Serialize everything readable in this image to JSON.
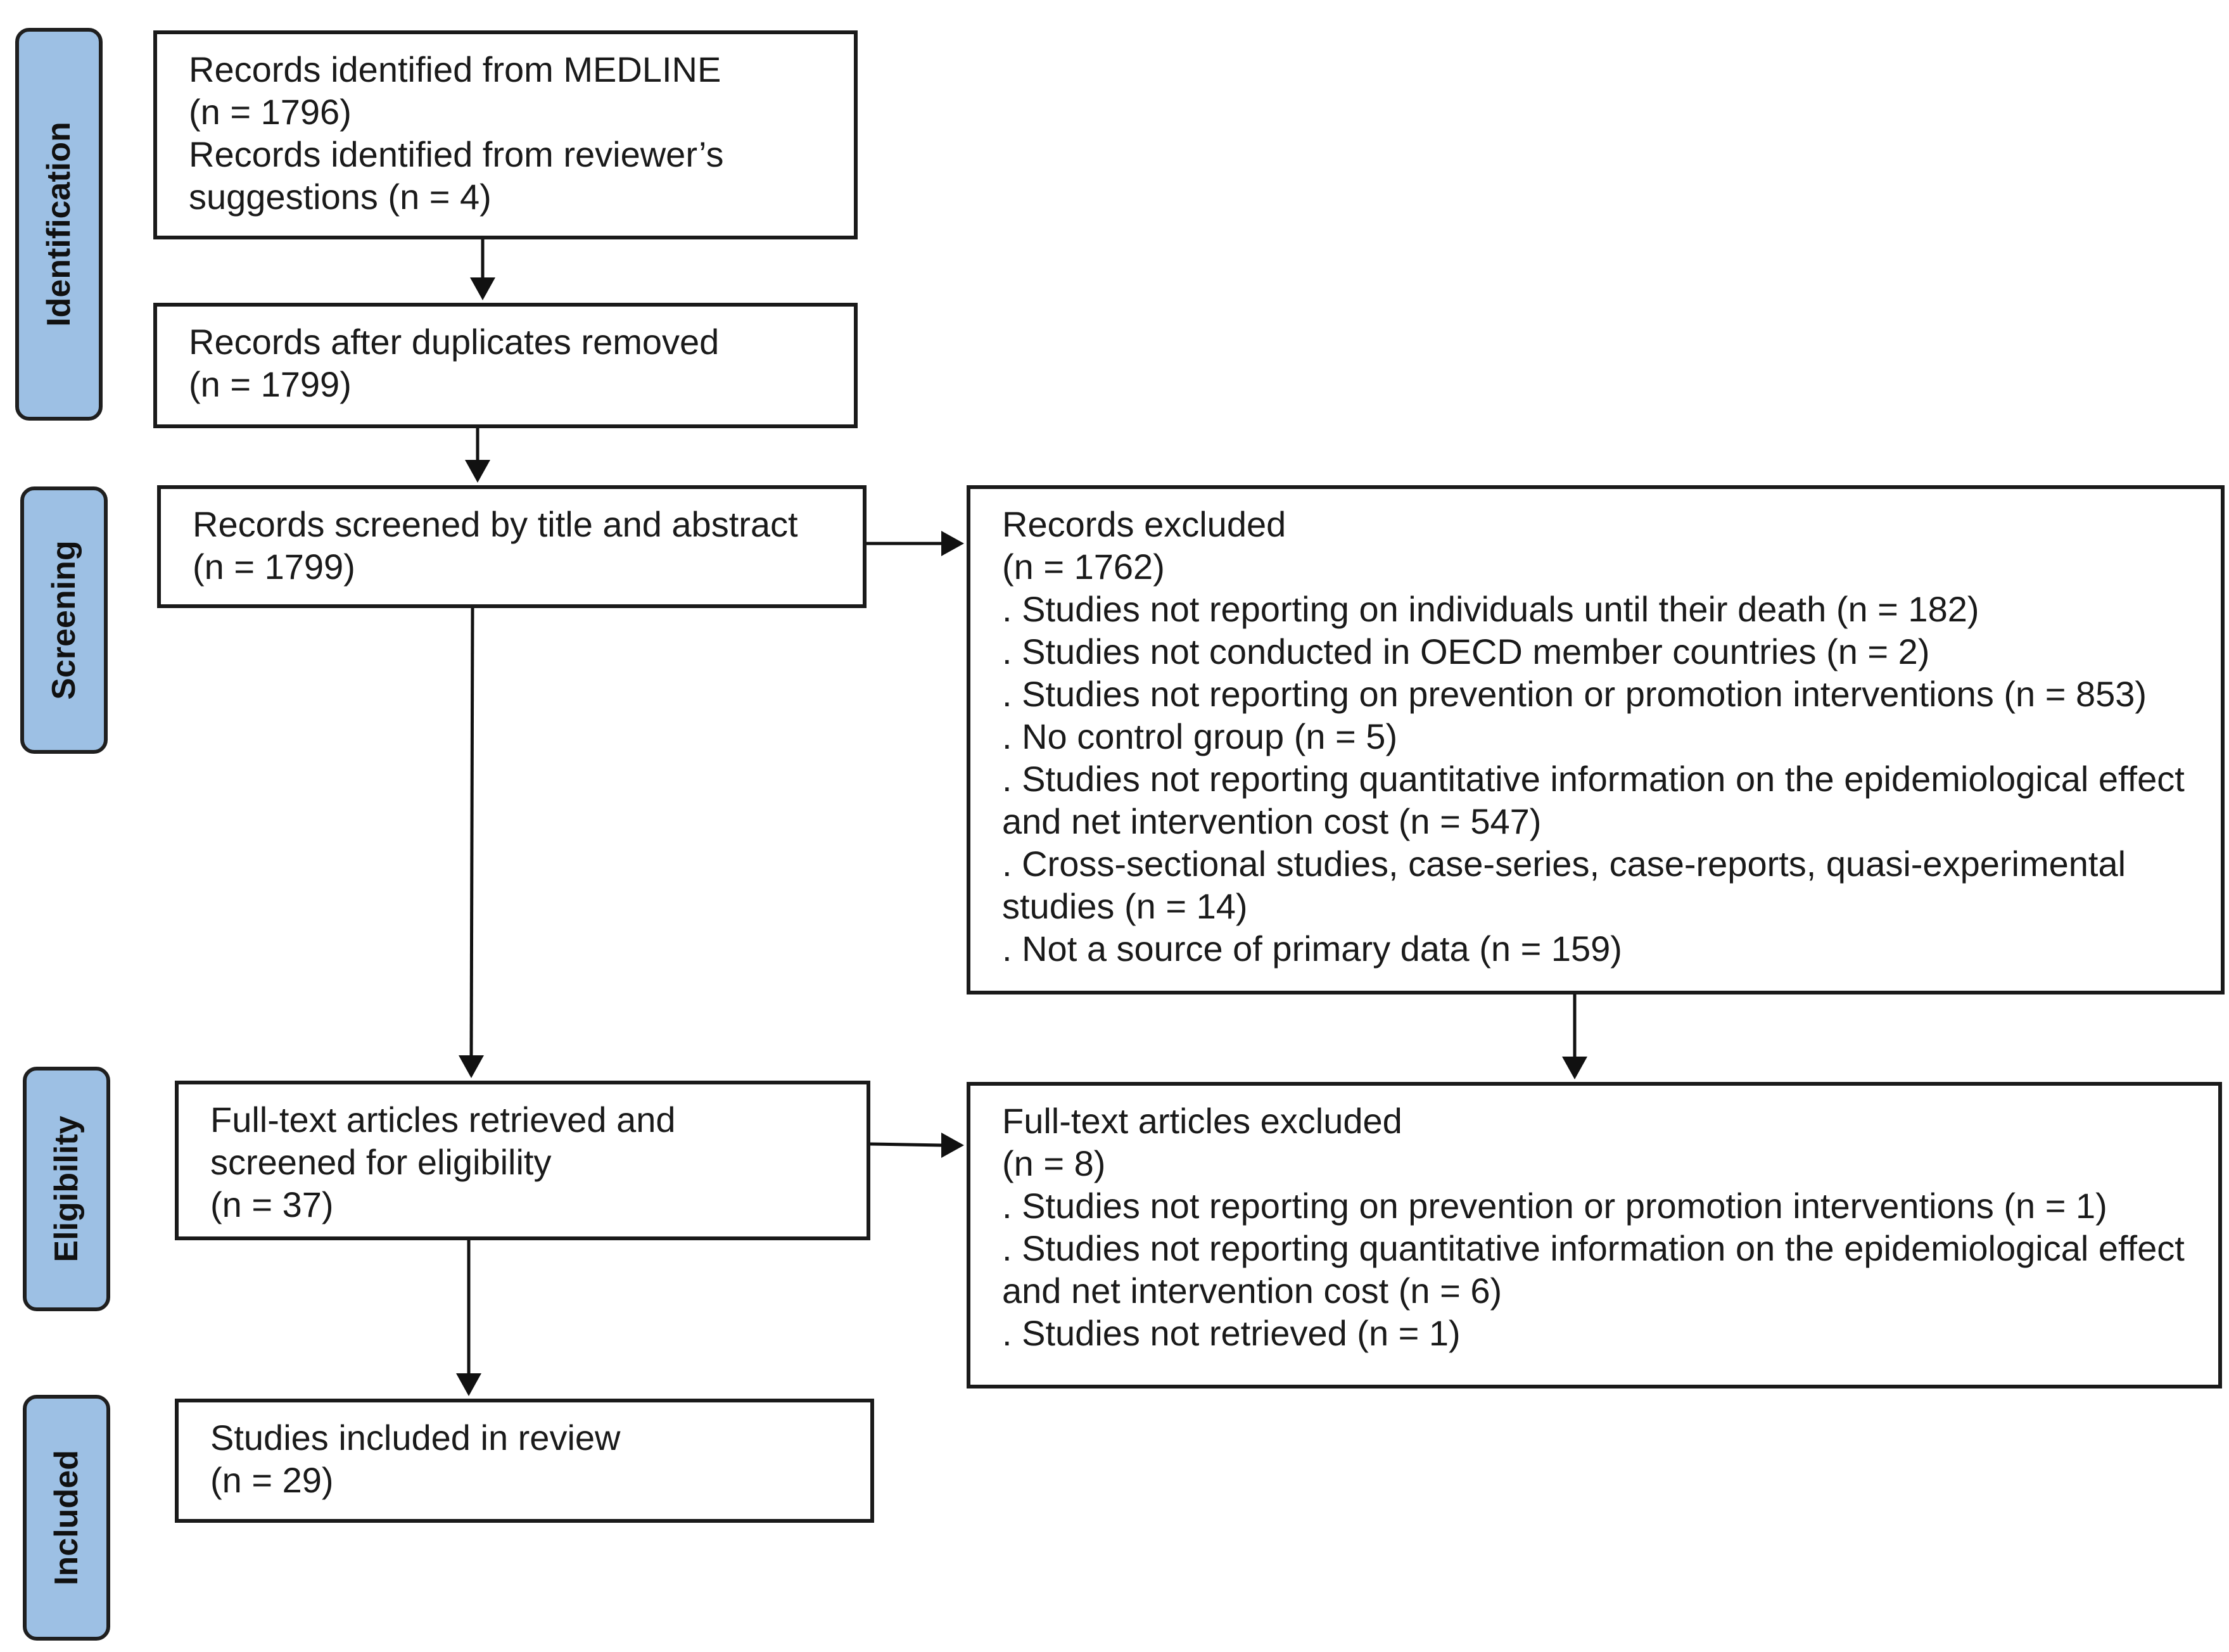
{
  "stages": {
    "identification": "Identification",
    "screening": "Screening",
    "eligibility": "Eligibility",
    "included": "Included"
  },
  "identified": {
    "line1": "Records identified from MEDLINE",
    "line2": "(n = 1796)",
    "line3": "Records identified from reviewer’s",
    "line4": "suggestions (n = 4)"
  },
  "after_duplicates": {
    "line1": "Records after duplicates removed",
    "line2": "(n = 1799)"
  },
  "screened": {
    "line1": "Records screened by title and abstract",
    "line2": "(n = 1799)"
  },
  "records_excluded": {
    "title": "Records excluded",
    "count": "(n = 1762)",
    "reasons": [
      ". Studies not reporting on individuals until their death (n = 182)",
      ". Studies not conducted in OECD member countries (n = 2)",
      ". Studies not reporting on prevention or promotion interventions (n = 853)",
      ". No control group (n = 5)",
      ". Studies not reporting quantitative information on the epidemiological effect and net intervention cost (n = 547)",
      ". Cross-sectional studies, case-series, case-reports, quasi-experimental studies (n = 14)",
      ". Not a source of primary data (n = 159)"
    ]
  },
  "fulltext": {
    "line1": "Full-text articles retrieved and",
    "line2": "screened for eligibility",
    "line3": "(n = 37)"
  },
  "fulltext_excluded": {
    "title": "Full-text articles excluded",
    "count": "(n = 8)",
    "reasons": [
      ". Studies not reporting on prevention or promotion interventions (n = 1)",
      ". Studies not reporting quantitative information on the epidemiological effect and net intervention cost (n = 6)",
      ". Studies not retrieved (n = 1)"
    ]
  },
  "included": {
    "line1": "Studies included in review",
    "line2": "(n = 29)"
  }
}
